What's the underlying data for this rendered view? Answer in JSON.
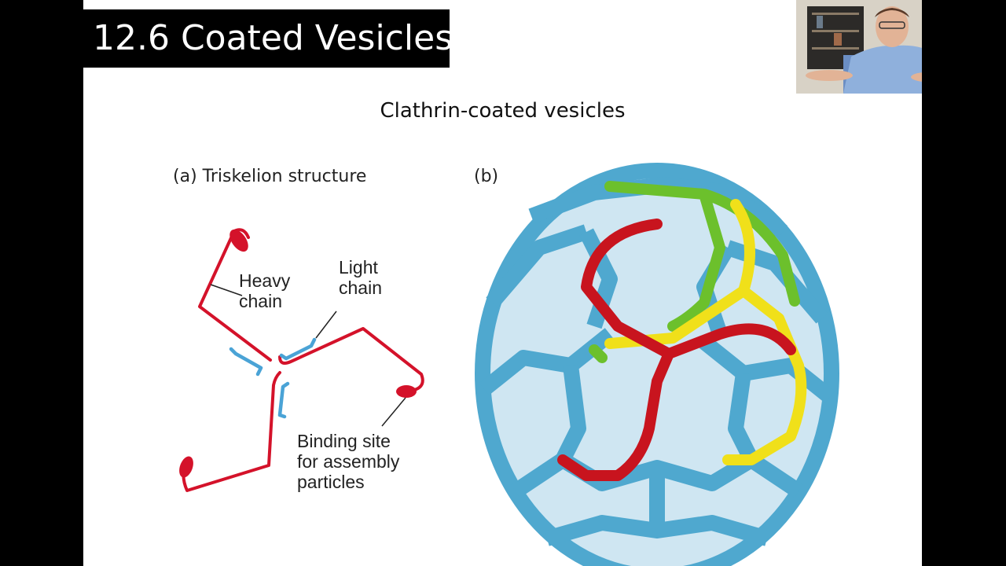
{
  "slide": {
    "title": "12.6 Coated Vesicles",
    "subtitle": "Clathrin-coated vesicles",
    "panel_a": {
      "label": "(a)  Triskelion structure",
      "heavy_chain": [
        "Heavy",
        "chain"
      ],
      "light_chain": [
        "Light",
        "chain"
      ],
      "binding_site": [
        "Binding site",
        "for assembly",
        "particles"
      ]
    },
    "panel_b": {
      "label": "(b)"
    }
  },
  "colors": {
    "heavy_chain": "#d4122a",
    "light_chain": "#4aa3d6",
    "clathrin_cage": "#4fa8cf",
    "triskelion_red": "#c8141e",
    "triskelion_yellow": "#f0e01a",
    "triskelion_green": "#6cc02c"
  }
}
